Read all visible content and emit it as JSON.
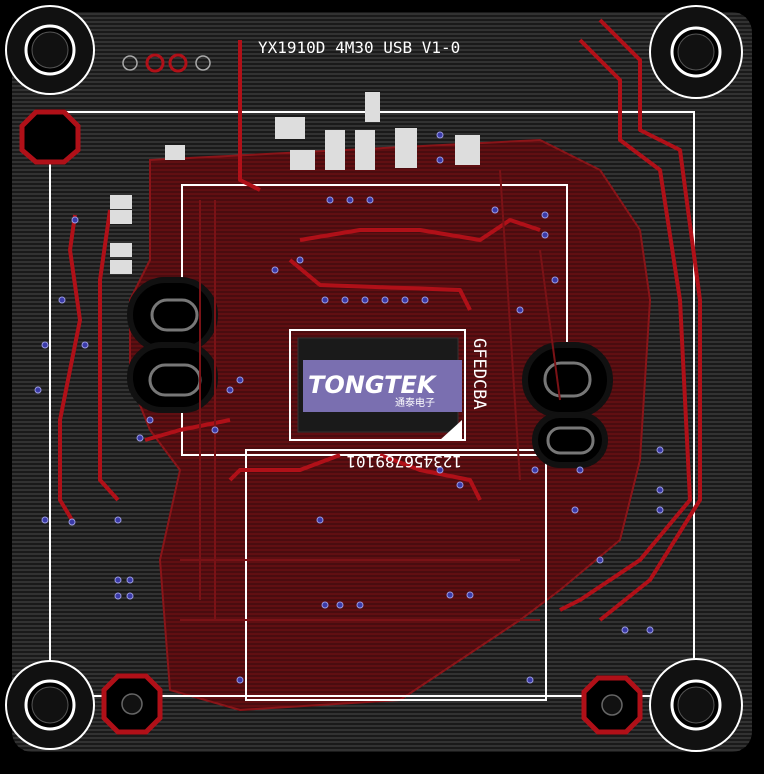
{
  "board": {
    "silkscreen_title": "YX1910D 4M30 USB V1-0",
    "pin_letters": "GFEDCBA",
    "pin_numbers": "123456789101"
  },
  "logo": {
    "brand": "TONGTEK",
    "subtitle": "通泰电子"
  },
  "colors": {
    "background": "#000000",
    "copper_fill": "#5a0f12",
    "trace": "#b01018",
    "silkscreen": "#ffffff",
    "via": "#3a3aa8",
    "logo_bg": "#7a6fb0"
  }
}
